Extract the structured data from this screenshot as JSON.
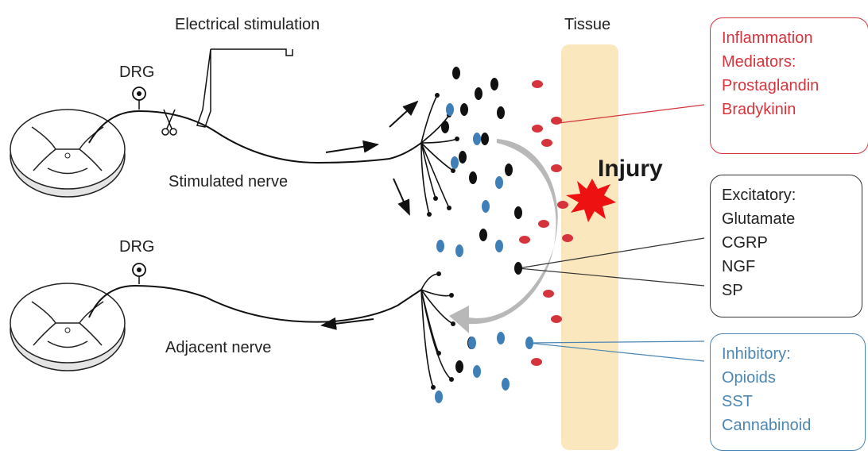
{
  "labels": {
    "electrical_stimulation": "Electrical stimulation",
    "tissue": "Tissue",
    "drg_top": "DRG",
    "drg_bottom": "DRG",
    "stimulated_nerve": "Stimulated nerve",
    "adjacent_nerve": "Adjacent nerve",
    "injury": "Injury"
  },
  "inflammation_box": {
    "lines": [
      "Inflammation",
      "Mediators:",
      "Prostaglandin",
      "Bradykinin"
    ]
  },
  "excitatory_box": {
    "lines": [
      "Excitatory:",
      "Glutamate",
      "CGRP",
      "NGF",
      "SP"
    ]
  },
  "inhibitory_box": {
    "lines": [
      "Inhibitory:",
      "Opioids",
      "SST",
      "Cannabinoid"
    ]
  },
  "colors": {
    "inflammation": "#d6343c",
    "excitatory": "#111111",
    "inhibitory": "#3f7fb8",
    "tissue": "#fbe7be",
    "arrow": "#b8b8b8",
    "burst": "#ee1111"
  }
}
